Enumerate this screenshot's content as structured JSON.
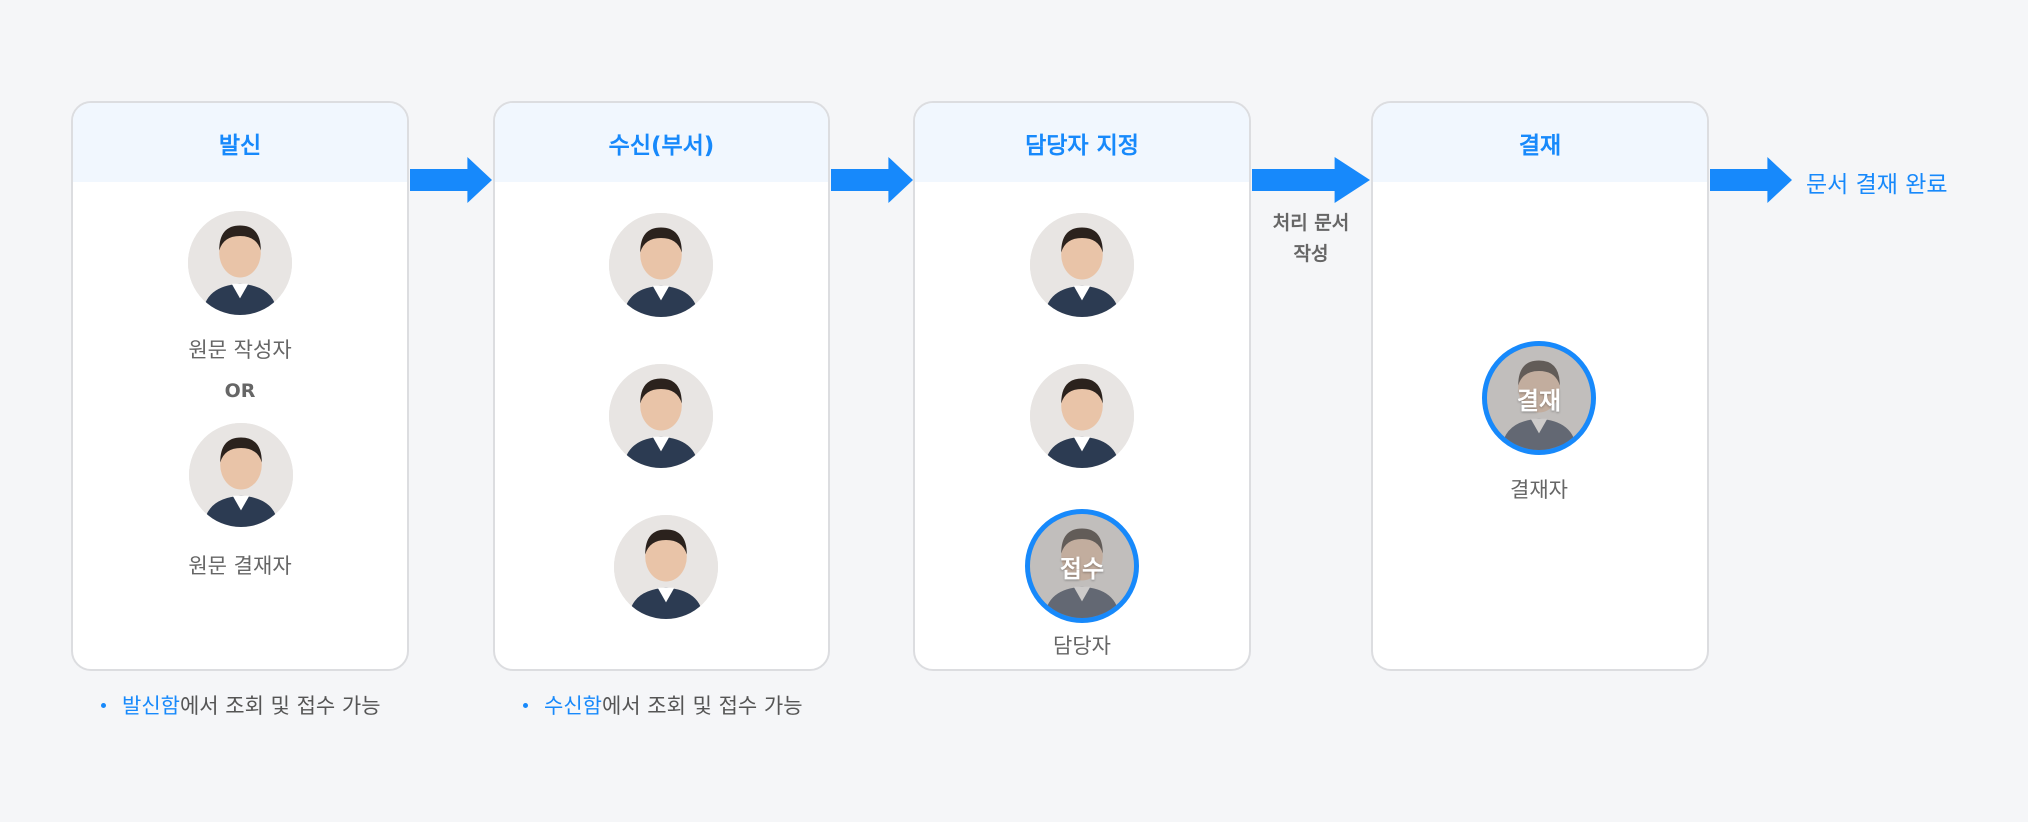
{
  "steps": [
    {
      "title": "발신",
      "labels": {
        "author": "원문 작성자",
        "or": "OR",
        "approver": "원문 결재자"
      }
    },
    {
      "title": "수신(부서)"
    },
    {
      "title": "담당자 지정",
      "badge": "접수",
      "label": "담당자"
    },
    {
      "title": "결재",
      "badge": "결재",
      "label": "결재자"
    }
  ],
  "process_label": {
    "line1": "처리 문서",
    "line2": "작성"
  },
  "final_label": "문서 결재 완료",
  "notes": [
    {
      "highlight": "발신함",
      "rest": "에서 조회 및 접수 가능"
    },
    {
      "highlight": "수신함",
      "rest": "에서 조회 및 접수 가능"
    }
  ],
  "colors": {
    "accent": "#1789fb",
    "header_bg": "#f1f7fe",
    "background": "#f5f6f8"
  }
}
